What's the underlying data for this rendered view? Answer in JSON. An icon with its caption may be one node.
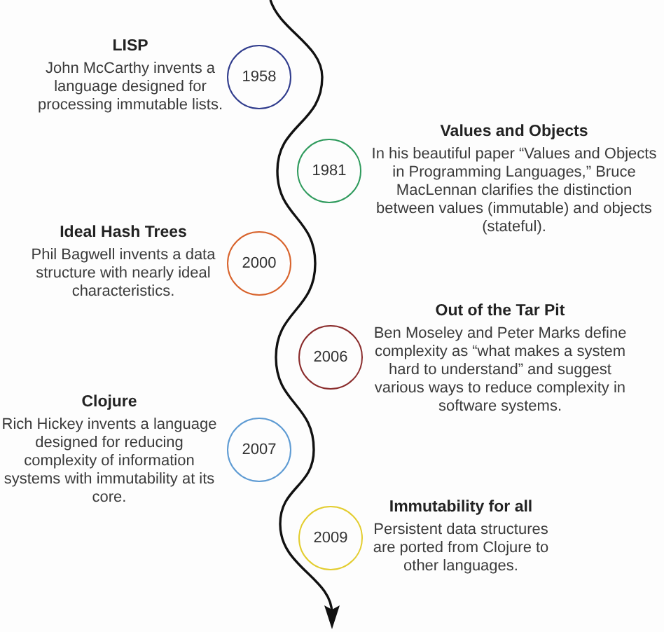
{
  "diagram": {
    "nodes": [
      {
        "text": [
          "1958"
        ],
        "beside": [
          "LISP",
          "John McCarthy invents a language designed for processing immutable lists."
        ]
      },
      {
        "text": [
          "1981"
        ],
        "beside": [
          "Values and Objects",
          "In his beautiful paper “Values and Objects in Programming Languages,” Bruce MacLennan clarifies the distinction between values (immutable) and objects (stateful)."
        ]
      },
      {
        "text": [
          "2000"
        ],
        "beside": [
          "Ideal Hash Trees",
          "Phil Bagwell invents a data structure with nearly ideal characteristics."
        ]
      },
      {
        "text": [
          "2006"
        ],
        "beside": [
          "Out of the Tar Pit",
          "Ben Moseley and Peter Marks define complexity as “what makes a system hard to understand” and suggest various ways to reduce complexity in software systems."
        ]
      },
      {
        "text": [
          "2007"
        ],
        "beside": [
          "Clojure",
          "Rich Hickey invents a language designed for reducing complexity of information systems with immutability at its core."
        ]
      },
      {
        "text": [
          "2009"
        ],
        "beside": [
          "Immutability for all",
          "Persistent data structures are ported from Clojure to other languages."
        ]
      }
    ]
  }
}
